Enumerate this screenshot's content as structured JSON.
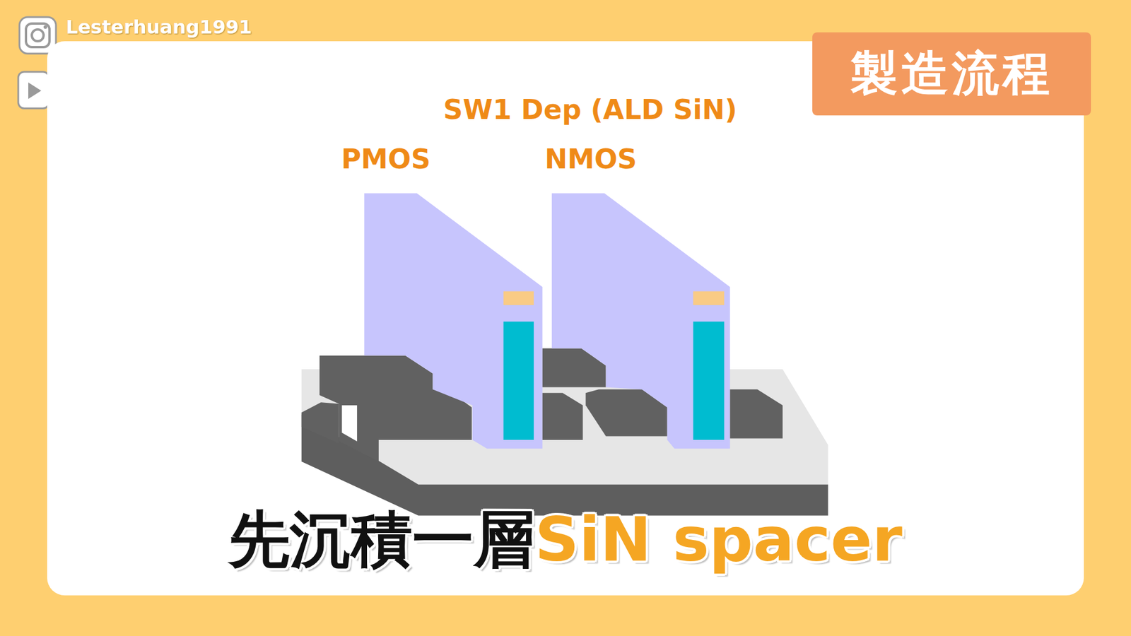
{
  "diagram": {
    "title": "製造流程",
    "labels": [
      "Lesterhuang1991",
      "SW1 Dep (ALD SiN)",
      "PMOS",
      "NMOS",
      "先沉積一層",
      "SiN spacer"
    ]
  }
}
